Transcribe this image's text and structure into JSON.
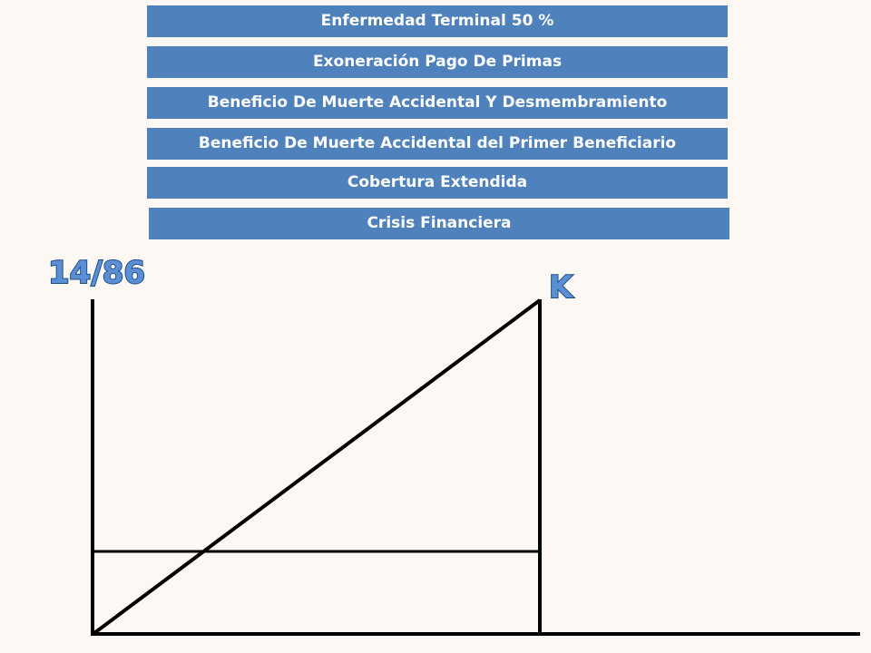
{
  "benefits": [
    "Enfermedad Terminal  50 %",
    "Exoneración Pago De Primas",
    "Beneficio De Muerte Accidental Y Desmembramiento",
    "Beneficio De Muerte Accidental del Primer Beneficiario",
    "Cobertura Extendida",
    "Crisis Financiera"
  ],
  "diagram": {
    "ratio_label": "14/86",
    "k_label": "K"
  },
  "colors": {
    "bar_fill": "#4f81bd",
    "bar_text": "#ffffff",
    "label_fill": "#5b8fd4",
    "label_outline": "#1f4e8c",
    "background": "#fdf8f4",
    "lines": "#000000"
  }
}
